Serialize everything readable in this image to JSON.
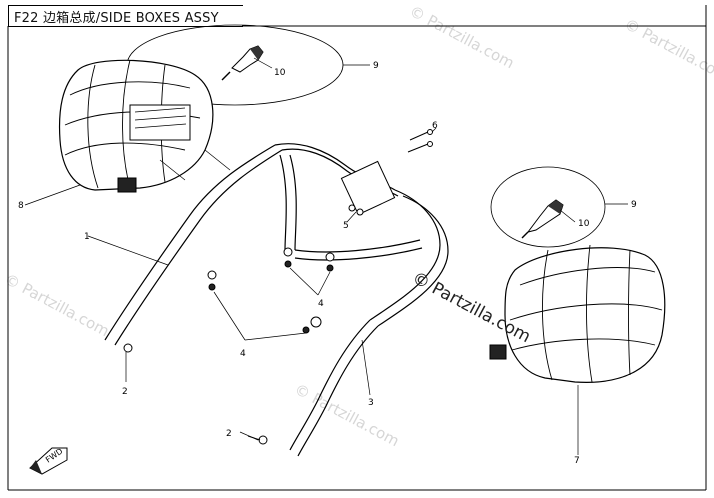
{
  "title": "F22 边箱总成/SIDE BOXES ASSY",
  "watermarks": {
    "main": "© Partzilla.com",
    "faint": "© Partzilla.com"
  },
  "callouts": {
    "c1": "1",
    "c2a": "2",
    "c2b": "2",
    "c3": "3",
    "c4a": "4",
    "c4b": "4",
    "c5": "5",
    "c6": "6",
    "c7": "7",
    "c8": "8",
    "c9a": "9",
    "c9b": "9",
    "c10a": "10",
    "c10b": "10"
  },
  "fwd_label": "FWD"
}
